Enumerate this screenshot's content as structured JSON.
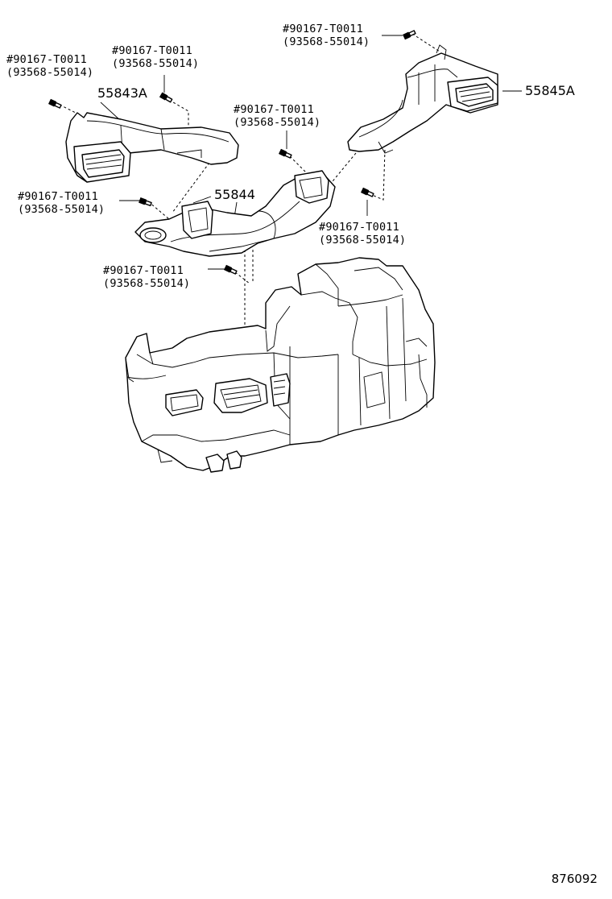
{
  "bolt_labels": [
    {
      "primary": "#90167-T0011",
      "alt": "(93568-55014)"
    },
    {
      "primary": "#90167-T0011",
      "alt": "(93568-55014)"
    },
    {
      "primary": "#90167-T0011",
      "alt": "(93568-55014)"
    },
    {
      "primary": "#90167-T0011",
      "alt": "(93568-55014)"
    },
    {
      "primary": "#90167-T0011",
      "alt": "(93568-55014)"
    },
    {
      "primary": "#90167-T0011",
      "alt": "(93568-55014)"
    },
    {
      "primary": "#90167-T0011",
      "alt": "(93568-55014)"
    }
  ],
  "part_numbers": {
    "left_duct": "55843A",
    "center_duct": "55844",
    "right_duct": "55845A"
  },
  "figure_number": "876092"
}
